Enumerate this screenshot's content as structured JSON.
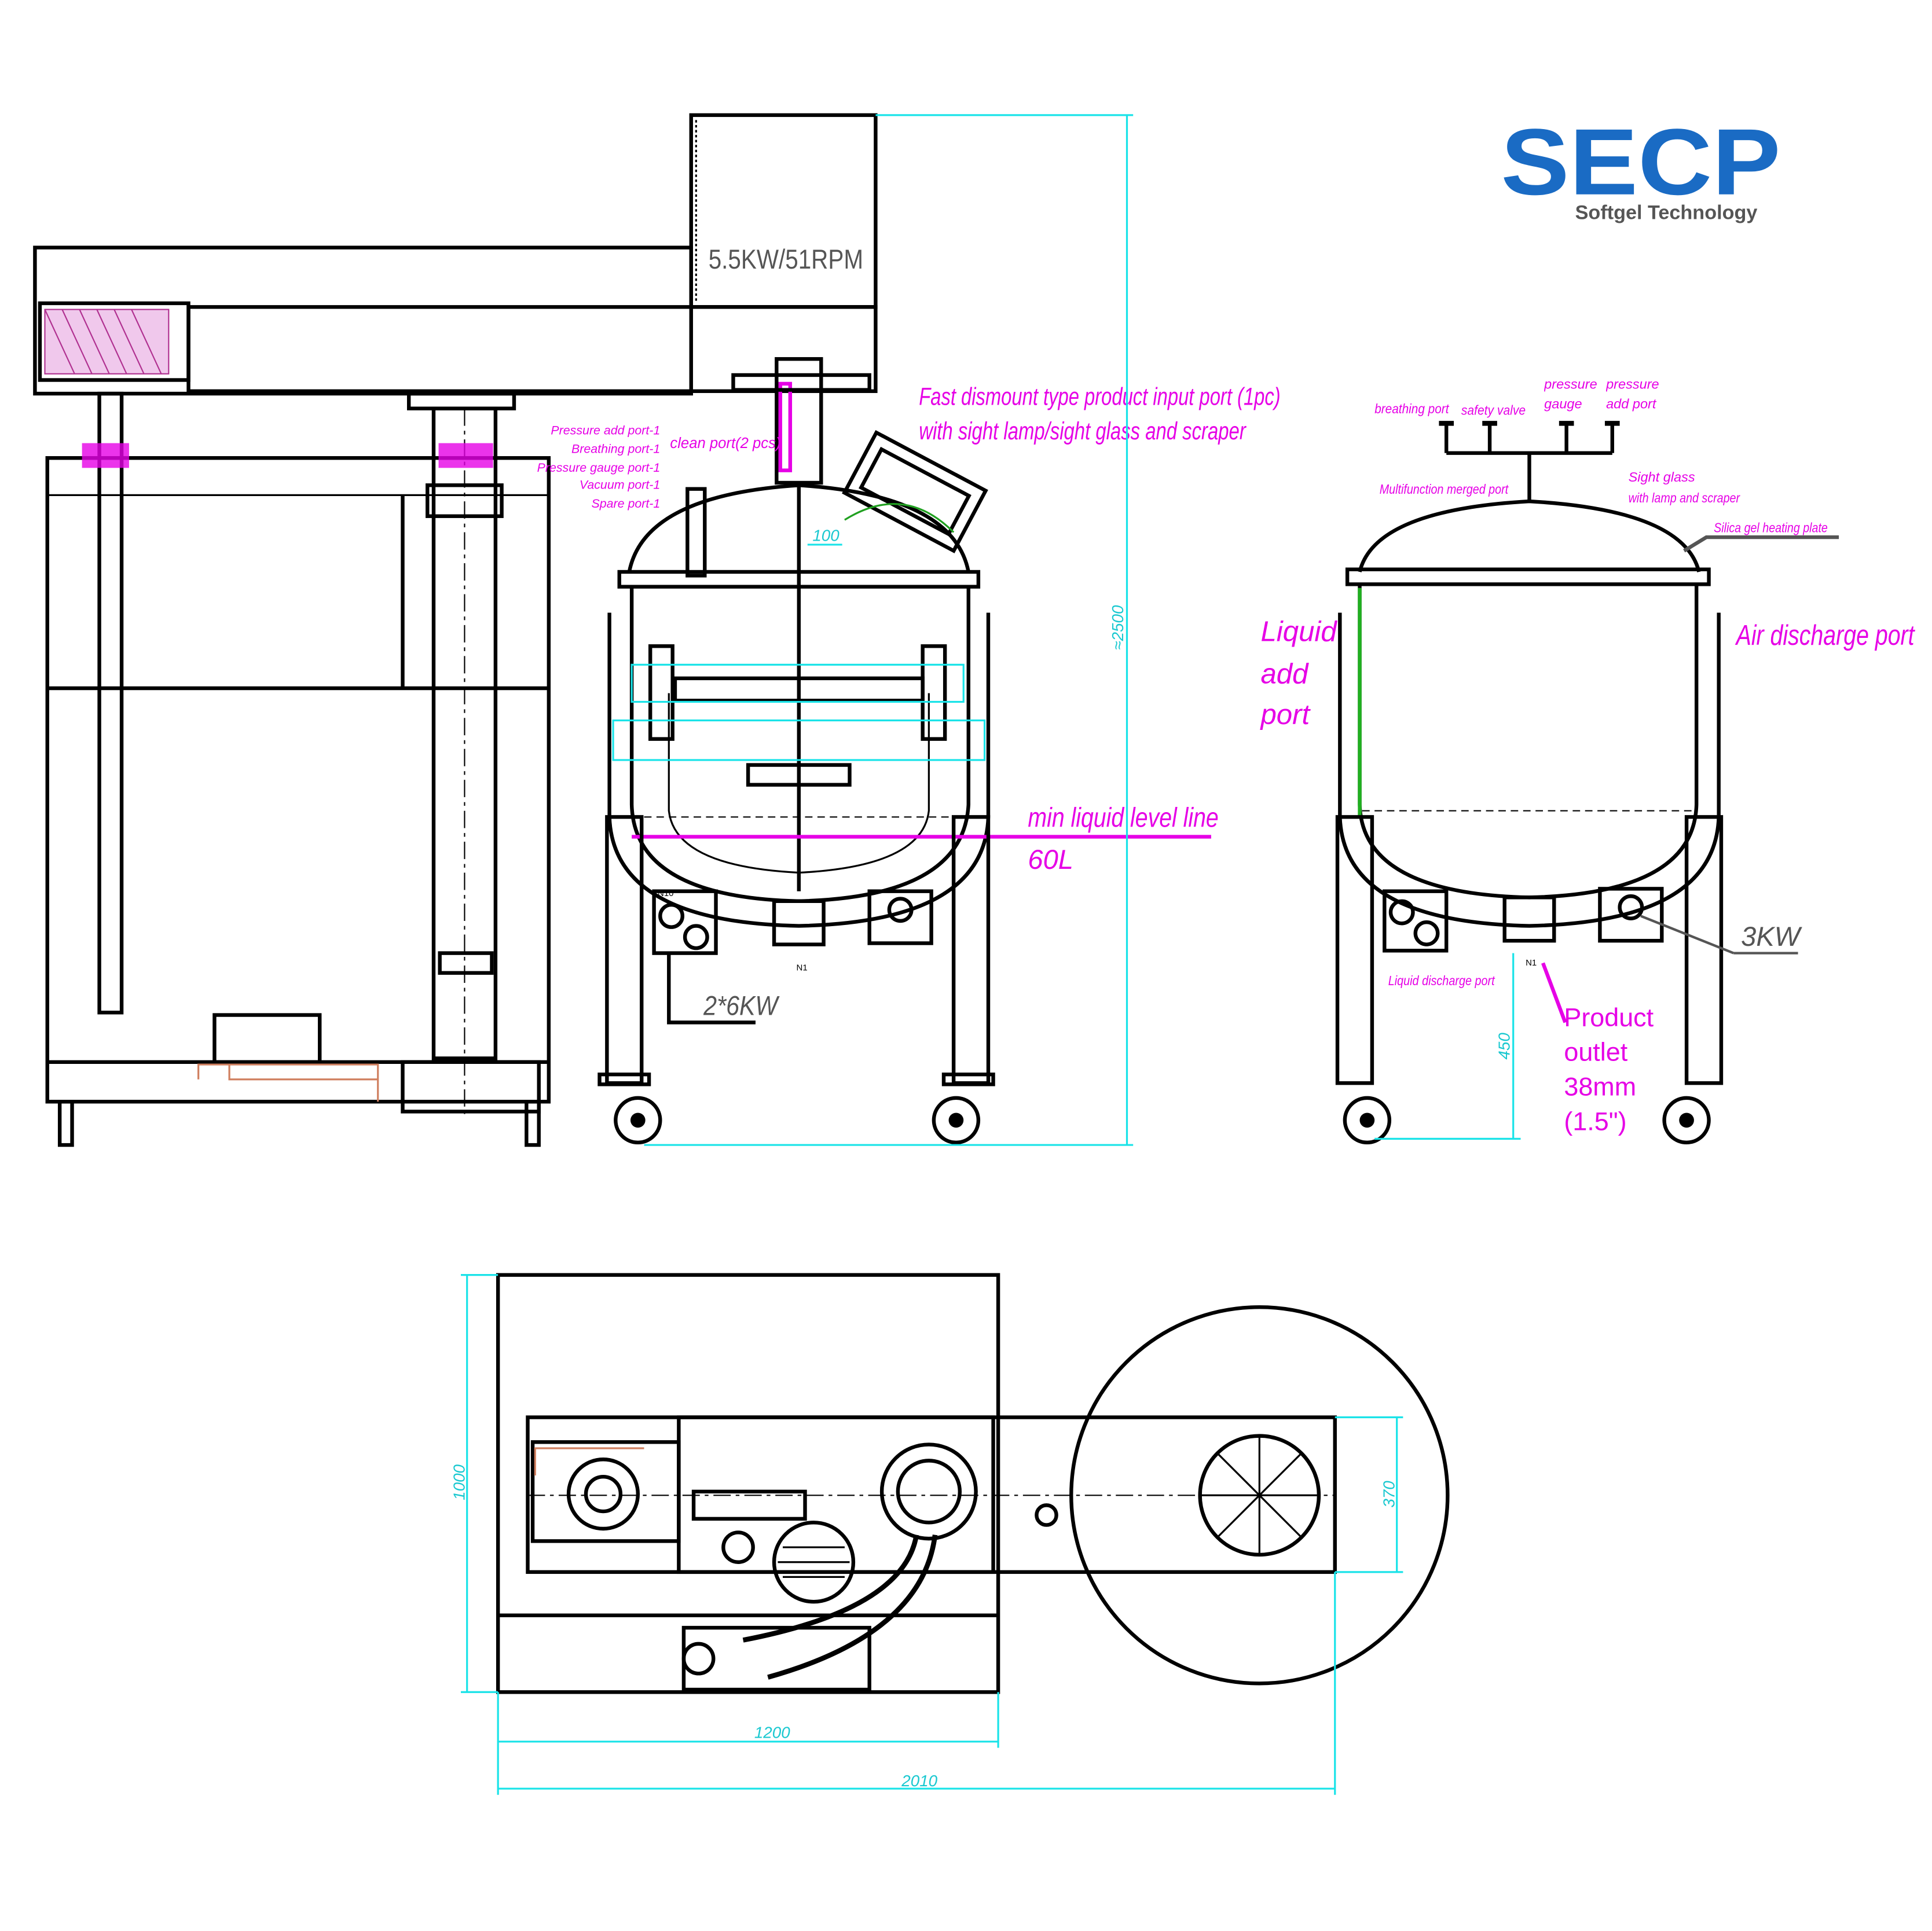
{
  "logo": {
    "brand": "SECP",
    "tagline": "Softgel Technology",
    "brand_color": "#1a6bc4"
  },
  "side_view": {
    "motor_label": "5.5KW/51RPM"
  },
  "front_view": {
    "input_port_label_line1": "Fast dismount type product input port (1pc)",
    "input_port_label_line2": "with sight lamp/sight glass and scraper",
    "port_list": [
      "Pressure add port-1",
      "Breathing port-1",
      "Pressure gauge port-1",
      "Vacuum port-1",
      "Spare port-1"
    ],
    "clean_port_label": "clean port(2 pcs)",
    "min_level_label": "min liquid level line",
    "min_level_volume": "60L",
    "heater_power": "2*6KW",
    "height_dim": "≈2500",
    "small_dim": "100",
    "nozzle_n10": "N10",
    "nozzle_n1": "N1"
  },
  "section_view": {
    "top_ports": [
      "breathing port",
      "safety valve",
      "pressure gauge",
      "pressure add port"
    ],
    "multifunction_label": "Multifunction merged port",
    "sight_glass_line1": "Sight glass",
    "sight_glass_line2": "with lamp and scraper",
    "heating_plate_label": "Silica gel heating plate",
    "liquid_add_lines": [
      "Liquid",
      "add",
      "port"
    ],
    "air_discharge_label": "Air discharge port",
    "heater_power": "3KW",
    "liquid_discharge_label": "Liquid discharge port",
    "product_outlet_lines": [
      "Product",
      "outlet",
      "38mm",
      "(1.5\")"
    ],
    "leg_height_dim": "450",
    "nozzle_n1": "N1"
  },
  "plan_view": {
    "depth_dim": "1000",
    "width_dim": "1200",
    "total_dim": "2010",
    "beam_dim": "370"
  },
  "colors": {
    "line": "#000000",
    "dimension": "#19e3e8",
    "annotation": "#e600e6"
  }
}
